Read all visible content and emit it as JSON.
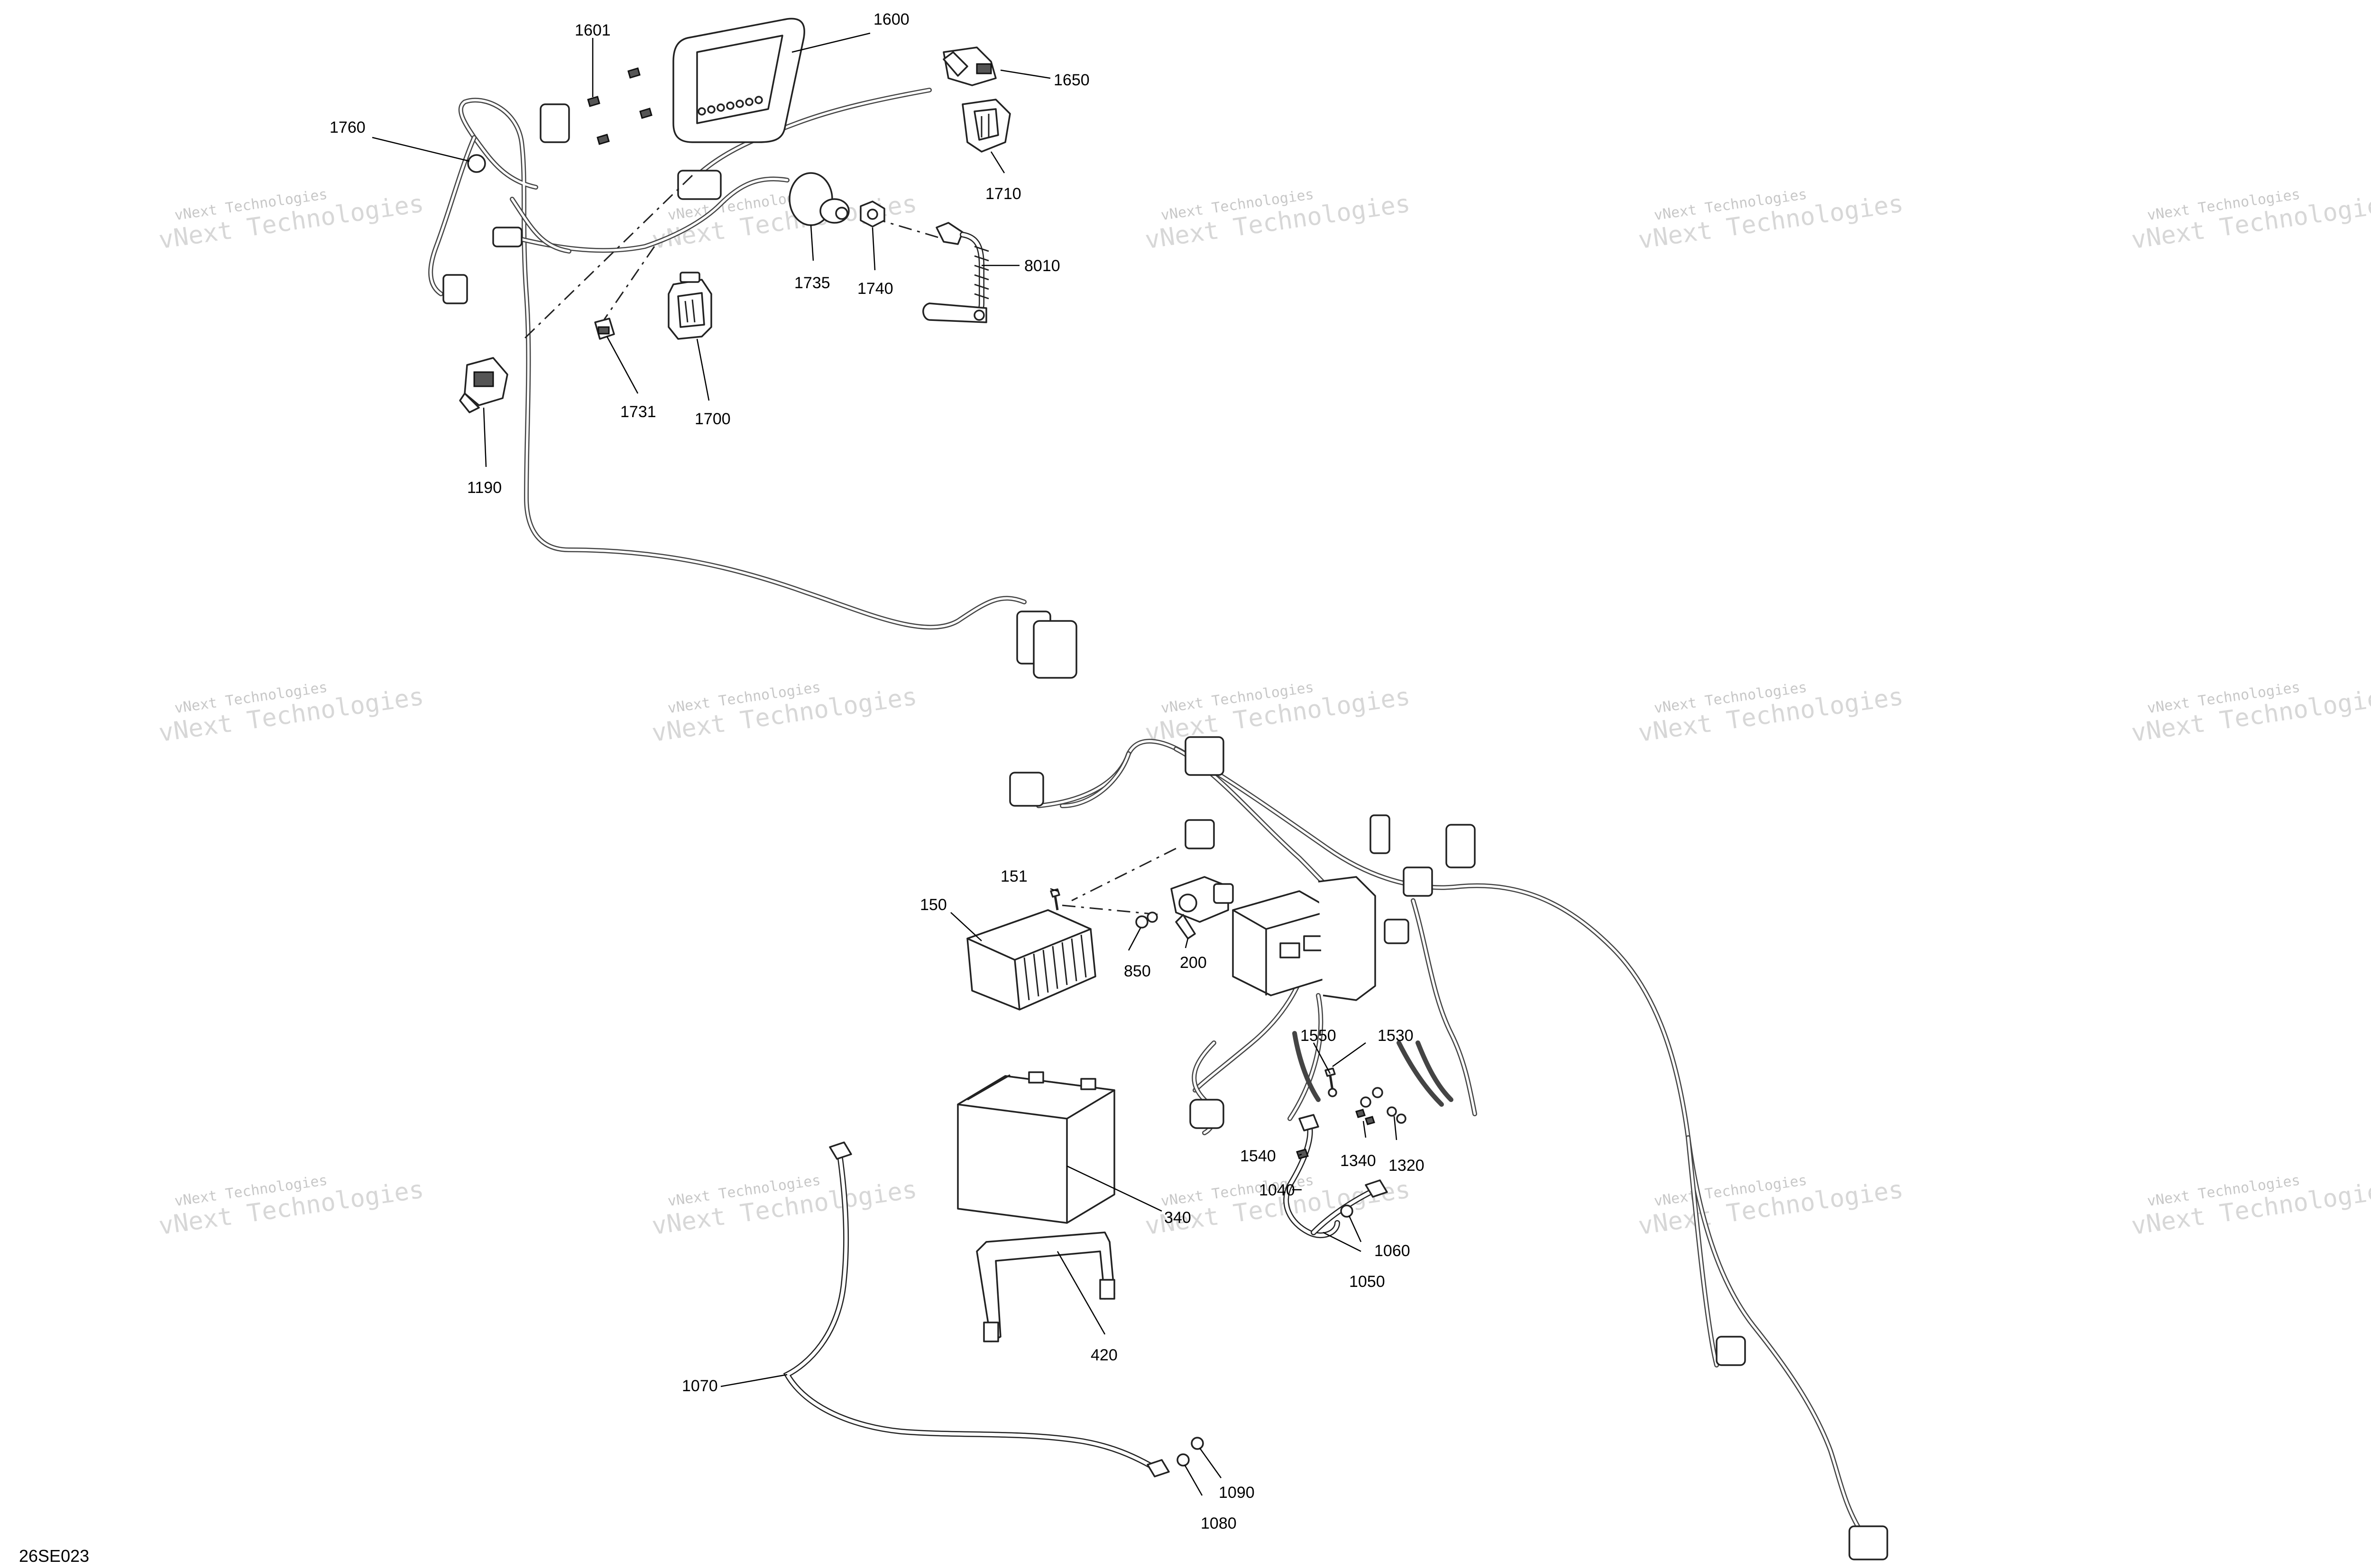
{
  "diagram_ref": "26SE023",
  "watermark": {
    "line1": "vNext Technologies",
    "line2": "vNext\nTechnologies"
  },
  "callouts": {
    "c1600": "1600",
    "c1601": "1601",
    "c1650": "1650",
    "c1710": "1710",
    "c1760": "1760",
    "c1735": "1735",
    "c1740": "1740",
    "c8010": "8010",
    "c1731": "1731",
    "c1700": "1700",
    "c1190": "1190",
    "c151": "151",
    "c150": "150",
    "c850": "850",
    "c200": "200",
    "c1550": "1550",
    "c1530": "1530",
    "c1540": "1540",
    "c1340": "1340",
    "c1320": "1320",
    "c1040": "1040",
    "c340": "340",
    "c1060": "1060",
    "c1050": "1050",
    "c420": "420",
    "c1070": "1070",
    "c1090": "1090",
    "c1080": "1080"
  }
}
